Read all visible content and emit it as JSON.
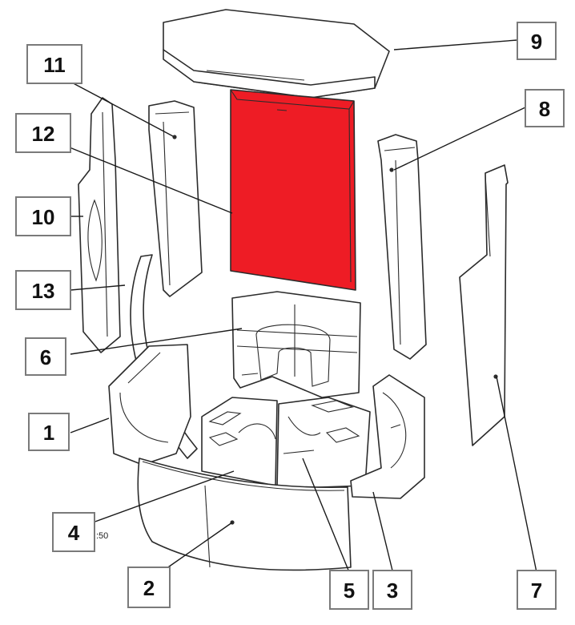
{
  "callouts": {
    "c1": "1",
    "c2": "2",
    "c3": "3",
    "c4": "4",
    "c5": "5",
    "c6": "6",
    "c7": "7",
    "c8": "8",
    "c9": "9",
    "c10": "10",
    "c11": "11",
    "c12": "12",
    "c13": "13"
  },
  "scale_note": ":50",
  "highlight_color": "#ee1c25"
}
